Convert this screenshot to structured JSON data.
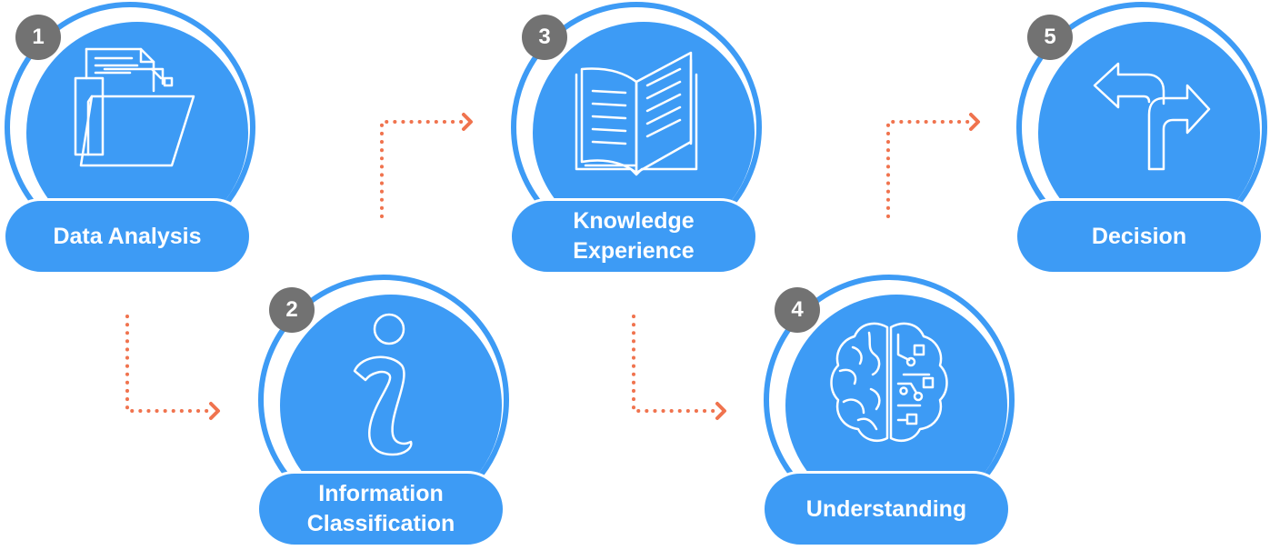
{
  "colors": {
    "primary": "#3d9bf5",
    "badge": "#727272",
    "connector": "#f0734e"
  },
  "steps": [
    {
      "number": "1",
      "lines": [
        "Data Analysis"
      ],
      "icon": "folder-document-icon"
    },
    {
      "number": "2",
      "lines": [
        "Information",
        "Classification"
      ],
      "icon": "info-icon"
    },
    {
      "number": "3",
      "lines": [
        "Knowledge",
        "Experience"
      ],
      "icon": "open-book-icon"
    },
    {
      "number": "4",
      "lines": [
        "Understanding"
      ],
      "icon": "brain-circuit-icon"
    },
    {
      "number": "5",
      "lines": [
        "Decision"
      ],
      "icon": "split-arrow-icon"
    }
  ]
}
